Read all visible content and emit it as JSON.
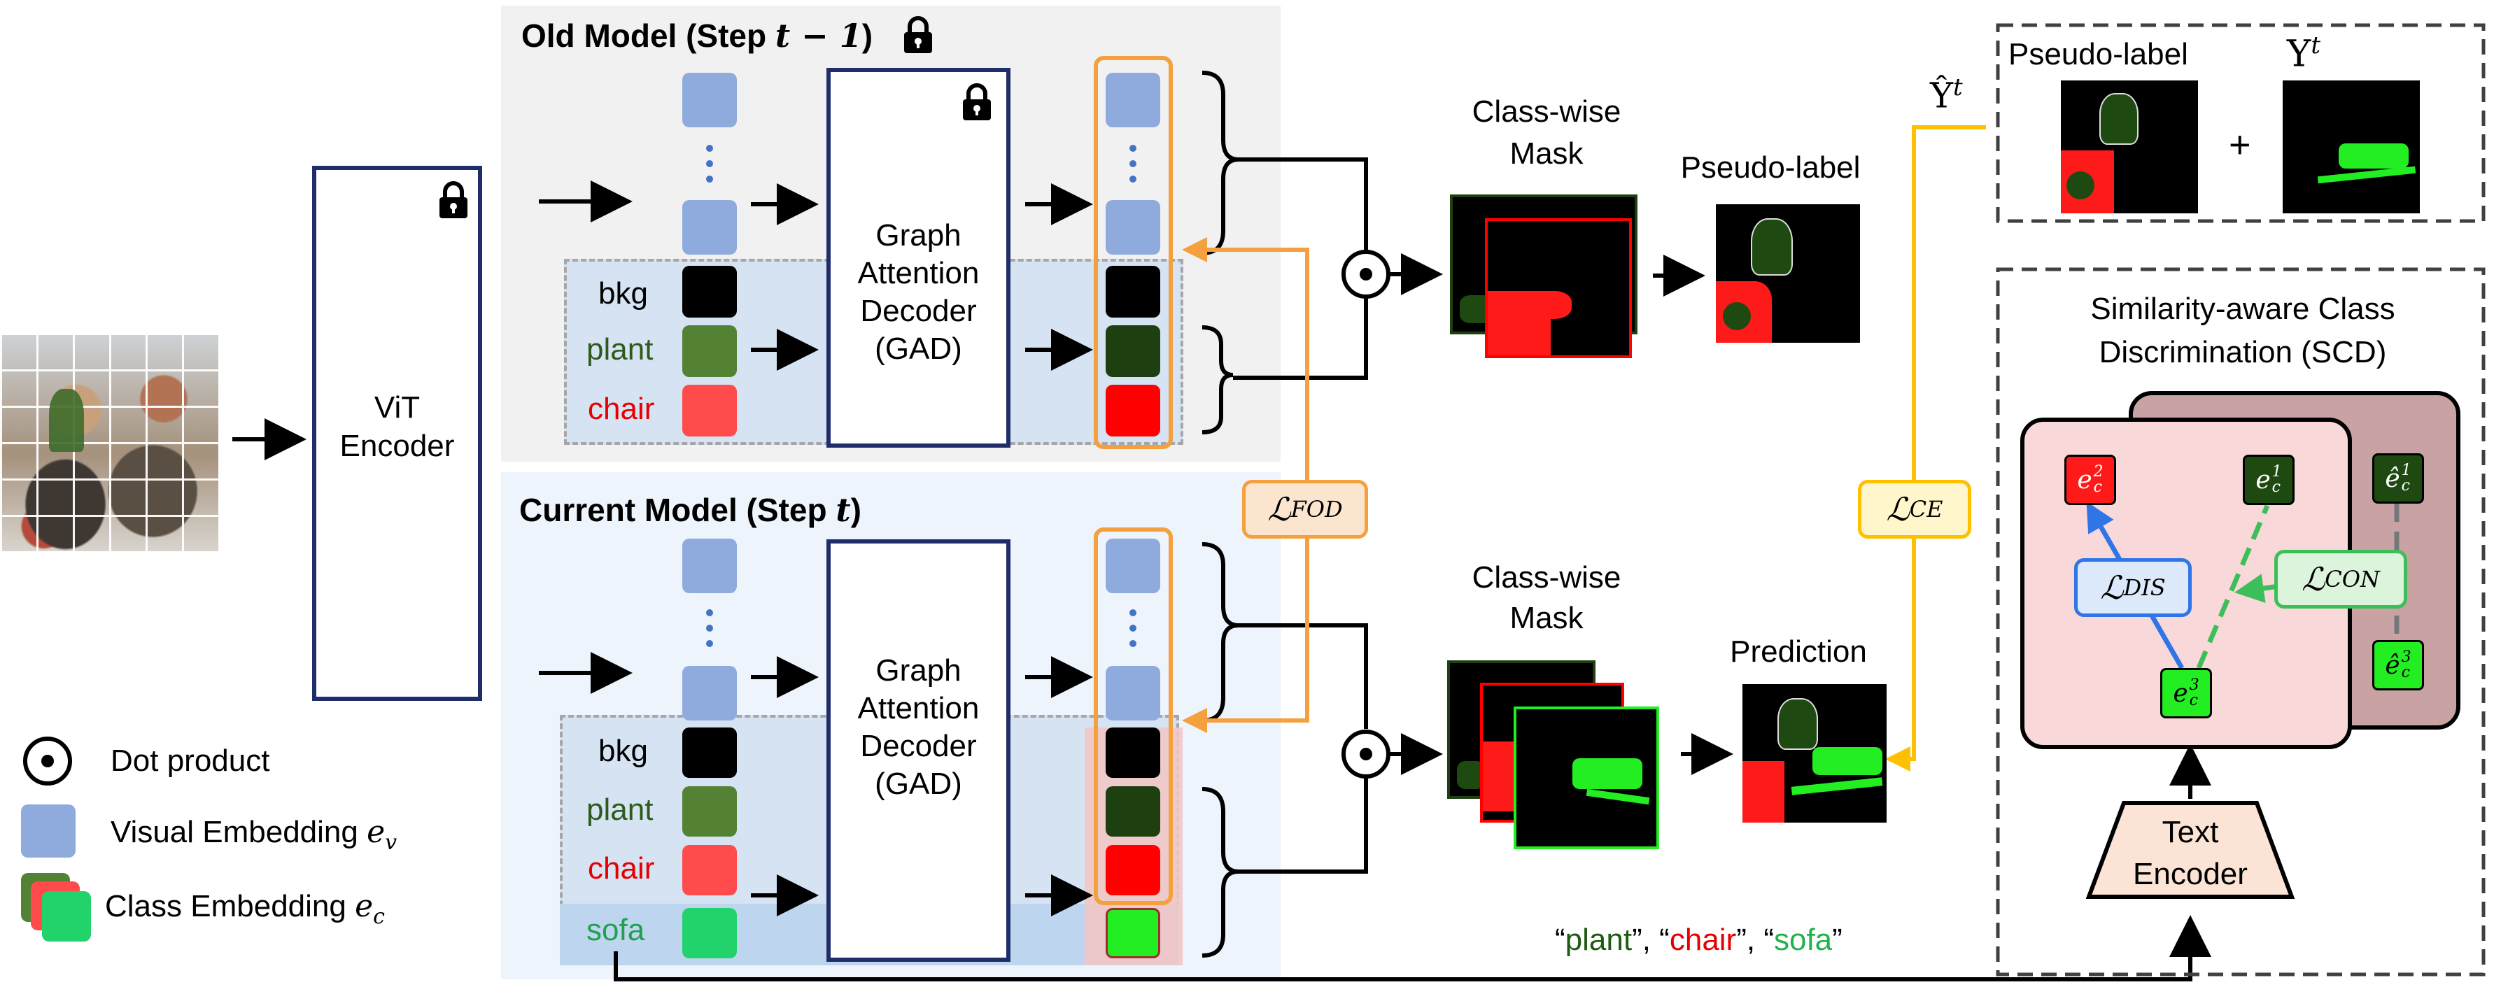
{
  "old_model": {
    "title": "Old Model (Step ",
    "title_math": "t − 1",
    "title_end": ")"
  },
  "current_model": {
    "title": "Current Model (Step ",
    "title_math": "t",
    "title_end": ")"
  },
  "encoder": {
    "line1": "ViT",
    "line2": "Encoder"
  },
  "gad": {
    "line1": "Graph",
    "line2": "Attention",
    "line3": "Decoder",
    "line4": "(GAD)"
  },
  "classes_old": [
    "bkg",
    "plant",
    "chair"
  ],
  "classes_current": [
    "bkg",
    "plant",
    "chair",
    "sofa"
  ],
  "class_colors": {
    "bkg": "#000000",
    "plant": "#548235",
    "chair": "#ff4b4b",
    "sofa": "#22d36b"
  },
  "output_colors": {
    "bkg": "#000000",
    "plant": "#1e3f10",
    "chair": "#ff0000",
    "sofa": "#22ee22"
  },
  "colors": {
    "visual_embedding": "#8faadc",
    "orange": "#f4a03f",
    "yellow": "#ffc000",
    "blue": "#2f75e8",
    "green": "#3cbf5a",
    "dark_border": "#1f2d6b"
  },
  "mask_old": {
    "line1": "Class-wise",
    "line2": "Mask"
  },
  "mask_current": {
    "line1": "Class-wise",
    "line2": "Mask"
  },
  "pseudo_label": "Pseudo-label",
  "prediction": "Prediction",
  "pseudo_box": {
    "left_label": "Pseudo-label",
    "right_label": "Y",
    "right_sup": "t",
    "plus": "+"
  },
  "y_hat": {
    "base": "Ŷ",
    "sup": "t"
  },
  "losses": {
    "fod_main": "ℒ",
    "fod_sub": "FOD",
    "ce_main": "ℒ",
    "ce_sub": "CE",
    "dis_main": "ℒ",
    "dis_sub": "DIS",
    "con_main": "ℒ",
    "con_sub": "CON"
  },
  "scd": {
    "line1": "Similarity-aware Class",
    "line2": "Discrimination (SCD)"
  },
  "text_encoder": {
    "line1": "Text",
    "line2": "Encoder"
  },
  "scd_embeddings": {
    "e2": "e",
    "e2_sub": "c",
    "e2_sup": "2",
    "e1": "e",
    "e1_sub": "c",
    "e1_sup": "1",
    "e3": "e",
    "e3_sub": "c",
    "e3_sup": "3",
    "eh1": "ê",
    "eh1_sub": "c",
    "eh1_sup": "1",
    "eh3": "ê",
    "eh3_sub": "c",
    "eh3_sup": "3"
  },
  "text_prompt": {
    "q1": "“",
    "plant": "plant",
    "sep1": "”, “",
    "chair": "chair",
    "sep2": "”, “",
    "sofa": "sofa",
    "q2": "”"
  },
  "legend": {
    "dot": "Dot product",
    "visual": "Visual Embedding ",
    "visual_math": "e",
    "visual_sub": "v",
    "class": "Class Embedding ",
    "class_math": "e",
    "class_sub": "c"
  }
}
